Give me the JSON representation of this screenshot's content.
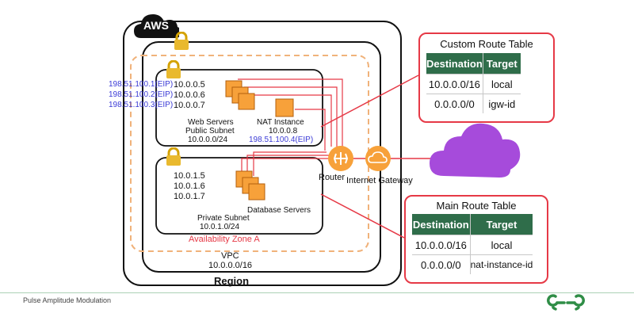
{
  "diagram": {
    "aws_badge": "AWS",
    "region_label": "Region",
    "vpc_label": "VPC",
    "vpc_cidr": "10.0.0.0/16",
    "az_label": "Availability Zone A",
    "public_subnet": {
      "eips": [
        "198.51.100.1(EIP)",
        "198.51.100.2(EIP)",
        "198.51.100.3(EIP)"
      ],
      "ips": [
        "10.0.0.5",
        "10.0.0.6",
        "10.0.0.7"
      ],
      "label_line1": "Web Servers",
      "label_line2": "Public Subnet",
      "cidr": "10.0.0.0/24",
      "nat_label": "NAT Instance",
      "nat_ip": "10.0.0.8",
      "nat_eip": "198.51.100.4(EIP)"
    },
    "private_subnet": {
      "ips": [
        "10.0.1.5",
        "10.0.1.6",
        "10.0.1.7"
      ],
      "label": "Private Subnet",
      "cidr": "10.0.1.0/24",
      "db_label": "Database Servers"
    },
    "router_label": "Router",
    "igw_label": "Internet Gateway"
  },
  "custom_route_table": {
    "title": "Custom Route Table",
    "headers": [
      "Destination",
      "Target"
    ],
    "rows": [
      [
        "10.0.0.0/16",
        "local"
      ],
      [
        "0.0.0.0/0",
        "igw-id"
      ]
    ]
  },
  "main_route_table": {
    "title": "Main Route Table",
    "headers": [
      "Destination",
      "Target"
    ],
    "rows": [
      [
        "10.0.0.0/16",
        "local"
      ],
      [
        "0.0.0.0/0",
        "nat-instance-id"
      ]
    ]
  },
  "footer": {
    "caption": "Pulse Amplitude Modulation",
    "logo_icon": "geeksforgeeks-logo-icon"
  },
  "colors": {
    "accent_red": "#e63946",
    "orange": "#f7a13a",
    "dashed_orange": "#f0b27a",
    "green": "#2f6d4a",
    "eip_blue": "#3b3bd6",
    "cloud_purple": "#a64bdb"
  }
}
